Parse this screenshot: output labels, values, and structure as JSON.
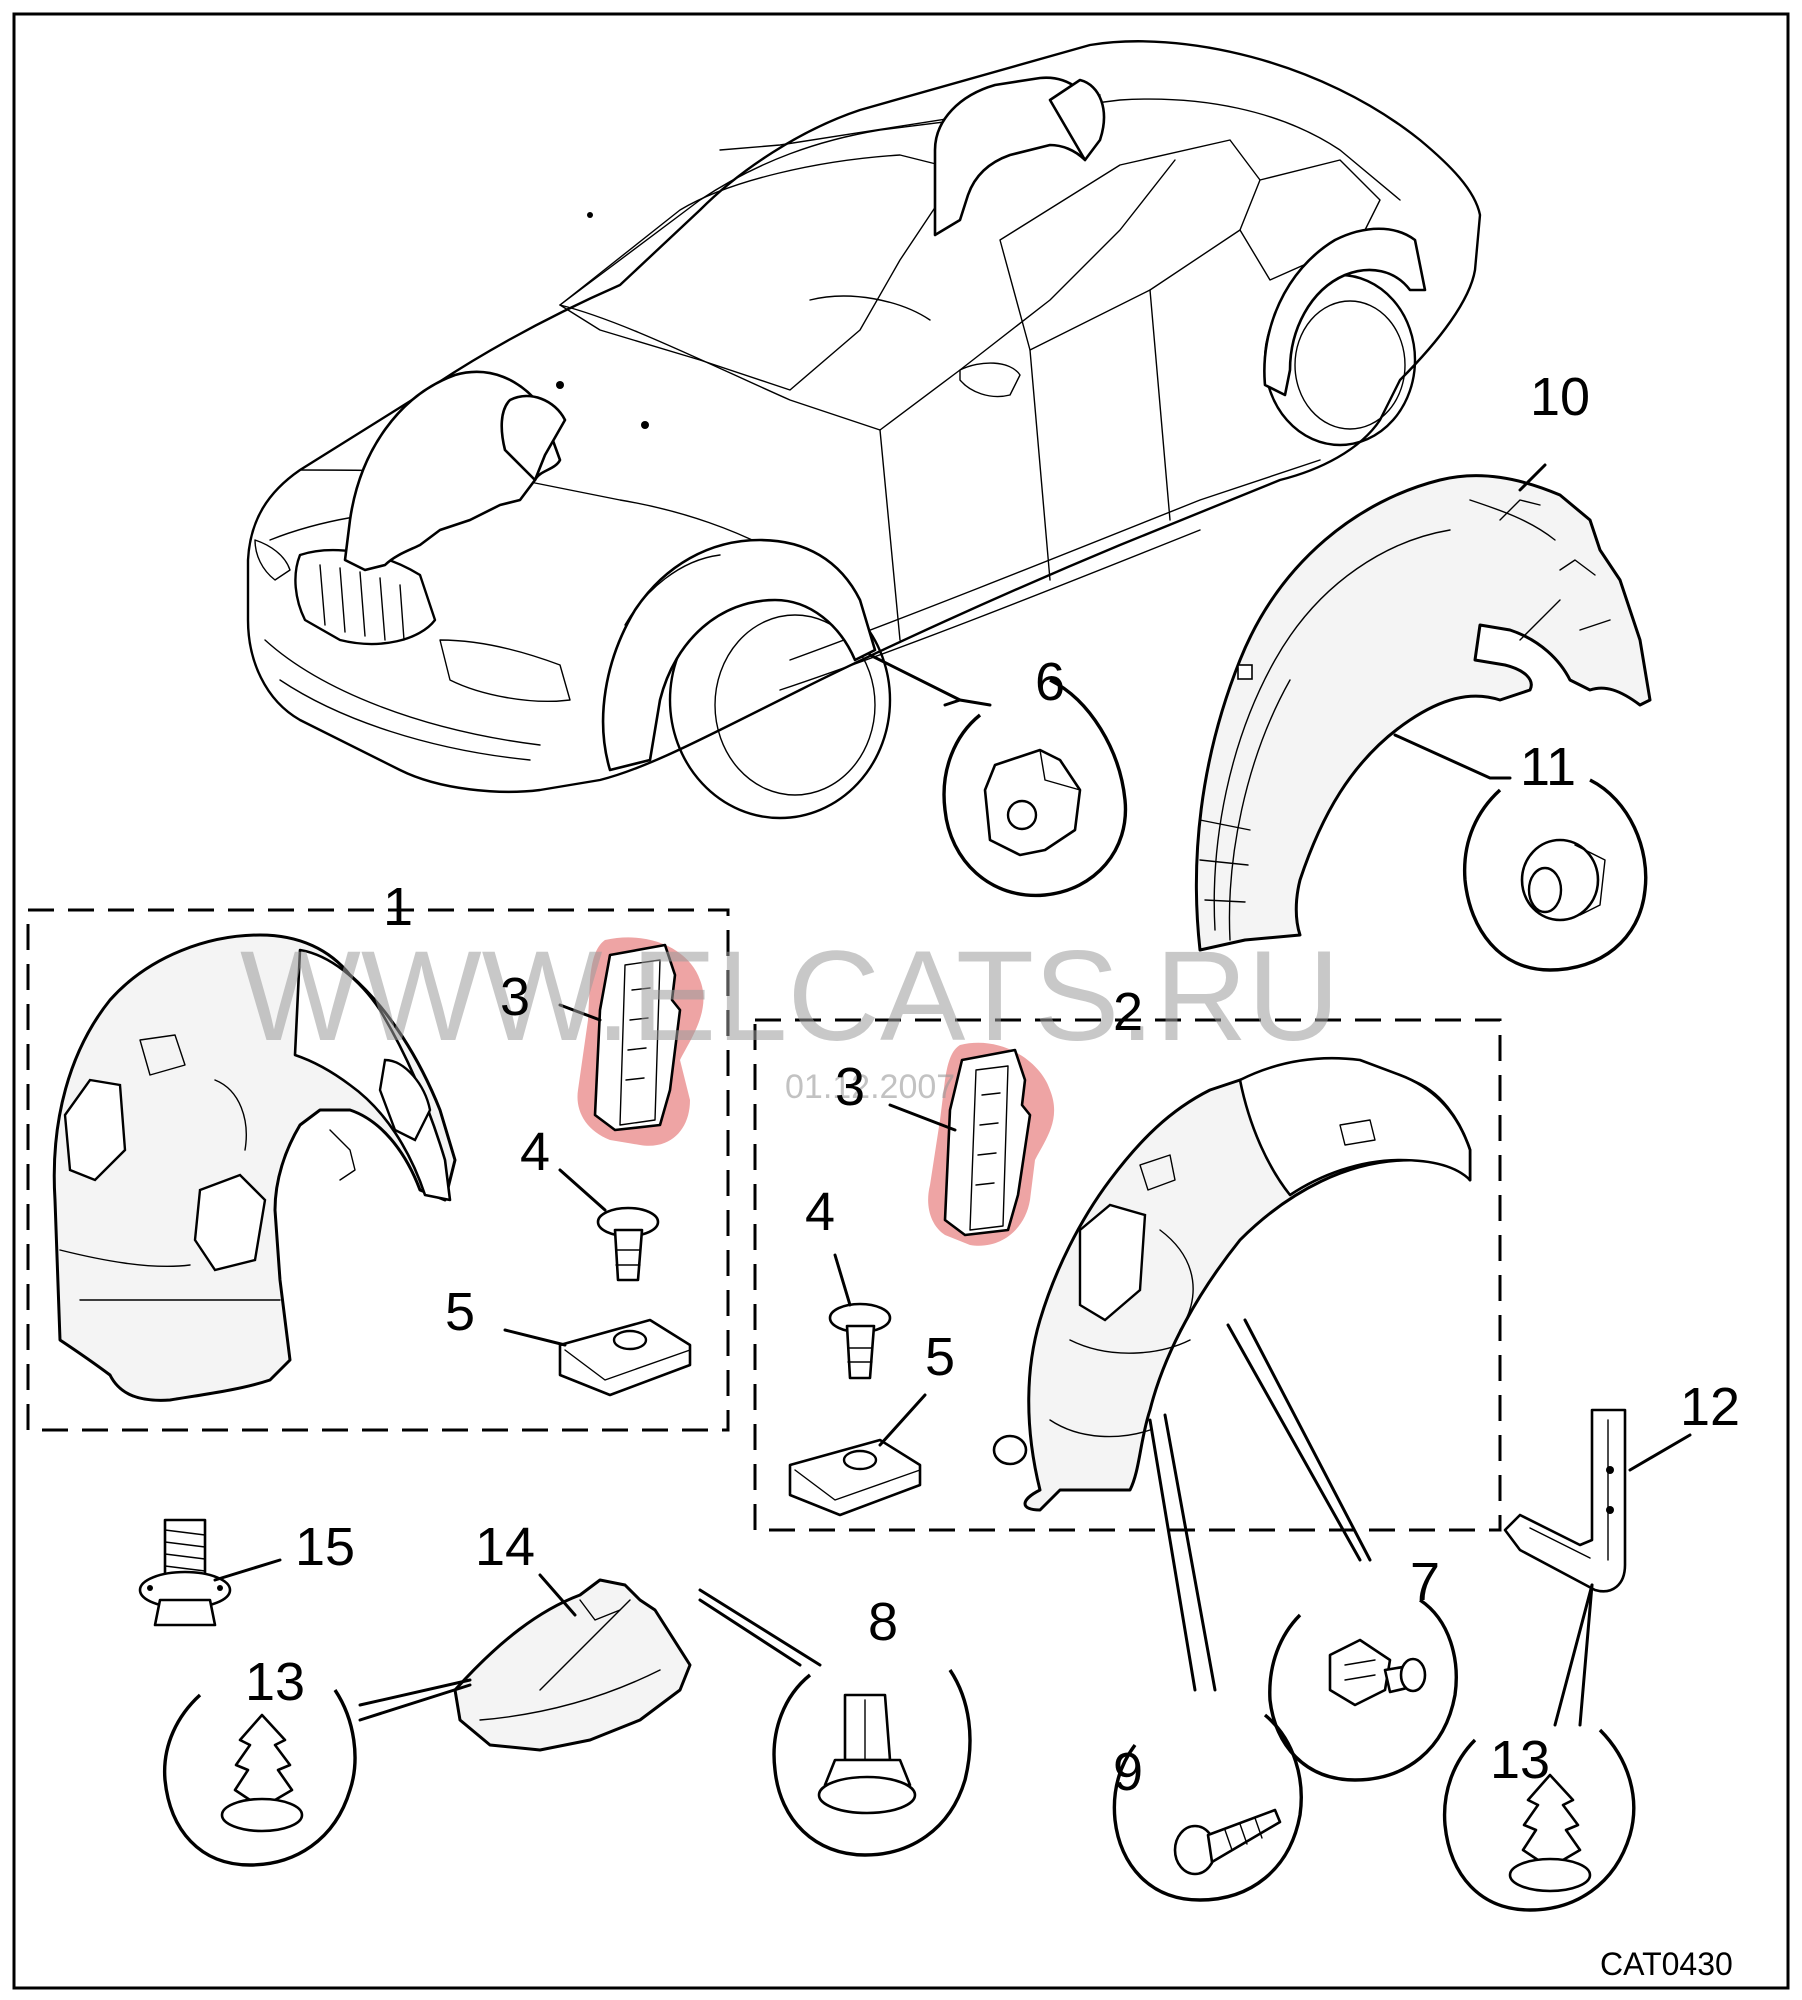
{
  "diagram": {
    "code": "CAT0430",
    "watermark": "WWW.ELCATS.RU",
    "watermark_sub": "01.12.2007",
    "highlight_color": "#e05a5a"
  },
  "callouts": {
    "c1": "1",
    "c2": "2",
    "c3a": "3",
    "c3b": "3",
    "c4a": "4",
    "c4b": "4",
    "c5a": "5",
    "c5b": "5",
    "c6": "6",
    "c7": "7",
    "c8": "8",
    "c9": "9",
    "c10": "10",
    "c11": "11",
    "c12": "12",
    "c13a": "13",
    "c13b": "13",
    "c14": "14",
    "c15": "15"
  }
}
